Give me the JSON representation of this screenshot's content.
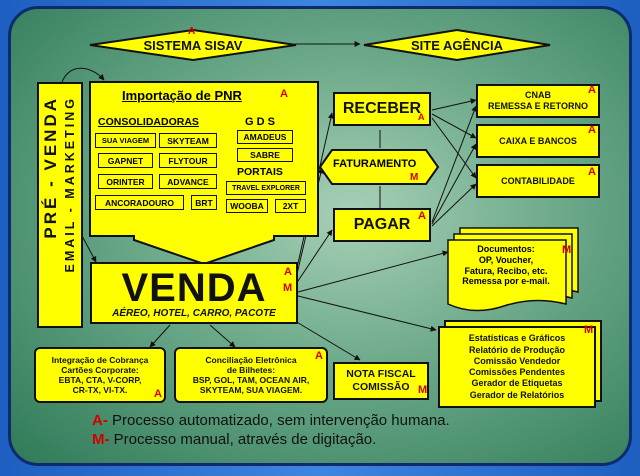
{
  "top": {
    "sisav": "SISTEMA SISAV",
    "site": "SITE AGÊNCIA"
  },
  "pre_venda": {
    "line1": "PRÉ - VENDA",
    "line2": "EMAIL - MARKETING"
  },
  "importacao": {
    "title": "Importação de PNR",
    "consolidadoras_title": "CONSOLIDADORAS",
    "consolidadoras": [
      "SUA VIAGEM",
      "SKYTEAM",
      "GAPNET",
      "FLYTOUR",
      "ORINTER",
      "ADVANCE",
      "ANCORADOURO",
      "BRT"
    ],
    "gds_title": "G D S",
    "gds": [
      "AMADEUS",
      "SABRE"
    ],
    "portais_title": "PORTAIS",
    "portais": [
      "TRAVEL EXPLORER",
      "WOOBA",
      "2XT"
    ]
  },
  "venda": {
    "title": "VENDA",
    "subtitle": "AÉREO, HOTEL, CARRO, PACOTE"
  },
  "receber": "RECEBER",
  "faturamento": "FATURAMENTO",
  "pagar": "PAGAR",
  "cnab": {
    "line1": "CNAB",
    "line2": "REMESSA E RETORNO"
  },
  "caixa": "CAIXA E BANCOS",
  "contabilidade": "CONTABILIDADE",
  "documentos": {
    "line1": "Documentos:",
    "line2": "OP, Voucher,",
    "line3": "Fatura, Recibo, etc.",
    "line4": "Remessa por e-mail."
  },
  "relatorios": [
    "Estatísticas e Gráficos",
    "Relatório de Produção",
    "Comissão Vendedor",
    "Comissões Pendentes",
    "Gerador de Etiquetas",
    "Gerador de Relatórios"
  ],
  "cobranca": {
    "line1": "Integração de Cobrança",
    "line2": "Cartões Corporate:",
    "line3": "EBTA, CTA, V-CORP,",
    "line4": "CR-TX, VI-TX."
  },
  "conciliacao": {
    "line1": "Conciliação Eletrônica",
    "line2": "de Bilhetes:",
    "line3": "BSP, GOL, TAM, OCEAN AIR,",
    "line4": "SKYTEAM, SUA VIAGEM."
  },
  "nota_fiscal": {
    "line1": "NOTA FISCAL",
    "line2": "COMISSÃO"
  },
  "legend": {
    "a_key": "A-",
    "a_text": "Processo automatizado, sem intervenção humana.",
    "m_key": "M-",
    "m_text": "Processo manual, através de digitação."
  },
  "tags": {
    "a": "A",
    "m": "M"
  },
  "colors": {
    "box": "#ffff00",
    "tag": "#d40000",
    "background": "#5f9f7f",
    "frame": "#1d5fc0"
  }
}
